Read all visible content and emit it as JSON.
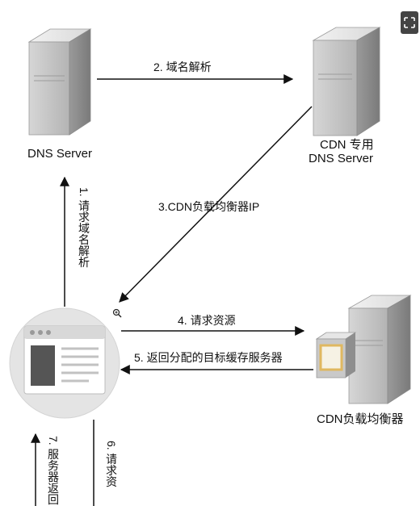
{
  "nodes": {
    "dns_server": "DNS Server",
    "cdn_dns_line1": "CDN 专用",
    "cdn_dns_line2": "DNS Server",
    "cdn_lb": "CDN负载均衡器"
  },
  "edges": {
    "e1": "1. 请求域名解析",
    "e2": "2. 域名解析",
    "e3": "3.CDN负载均衡器IP",
    "e4": "4. 请求资源",
    "e5": "5. 返回分配的目标缓存服务器",
    "e6": "6. 请求资",
    "e7": "7. 服务器返回"
  },
  "icons": {
    "server": "server-tower-icon",
    "browser": "browser-window-icon",
    "zoom": "zoom-in-icon",
    "expand": "expand-icon"
  },
  "colors": {
    "server_light": "#e8e8e8",
    "server_dark": "#8c8c8c",
    "monitor_frame": "#e0b860",
    "arrow": "#111111"
  }
}
